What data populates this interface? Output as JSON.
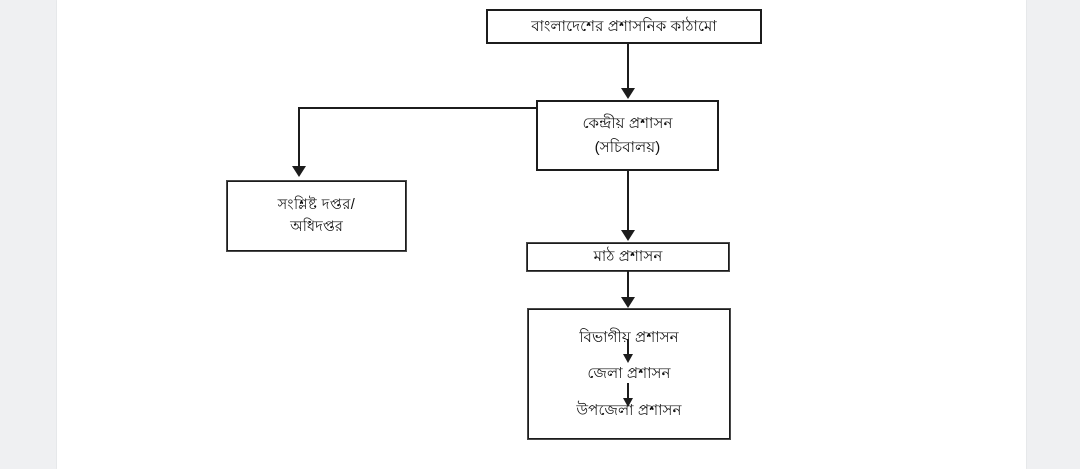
{
  "page": {
    "background_color": "#eff0f2",
    "sheet_color": "#ffffff",
    "ink_color": "#1c1c1c"
  },
  "diagram": {
    "type": "flowchart",
    "orientation": "top-down",
    "title": "বাংলাদেশের প্রশাসনিক কাঠামো",
    "nodes": {
      "root": {
        "label": "বাংলাদেশের প্রশাসনিক কাঠামো"
      },
      "central": {
        "line1": "কেন্দ্রীয় প্রশাসন",
        "line2": "(সচিবালয়)"
      },
      "offices": {
        "line1": "সংশ্লিষ্ট  দপ্তর/",
        "line2": "অধিদপ্তর"
      },
      "field": {
        "label": "মাঠ প্রশাসন"
      },
      "tiers": {
        "divisional": "বিভাগীয় প্রশাসন",
        "district": "জেলা প্রশাসন",
        "upazila": "উপজেলা প্রশাসন"
      }
    },
    "edges": [
      {
        "from": "root",
        "to": "central",
        "style": "straight-down-arrow"
      },
      {
        "from": "central",
        "to": "offices",
        "style": "elbow-left-then-down-arrow"
      },
      {
        "from": "central",
        "to": "field",
        "style": "straight-down-arrow"
      },
      {
        "from": "field",
        "to": "tiers",
        "style": "straight-down-arrow"
      },
      {
        "from": "divisional",
        "to": "district",
        "style": "straight-down-arrow"
      },
      {
        "from": "district",
        "to": "upazila",
        "style": "straight-down-arrow"
      }
    ]
  }
}
